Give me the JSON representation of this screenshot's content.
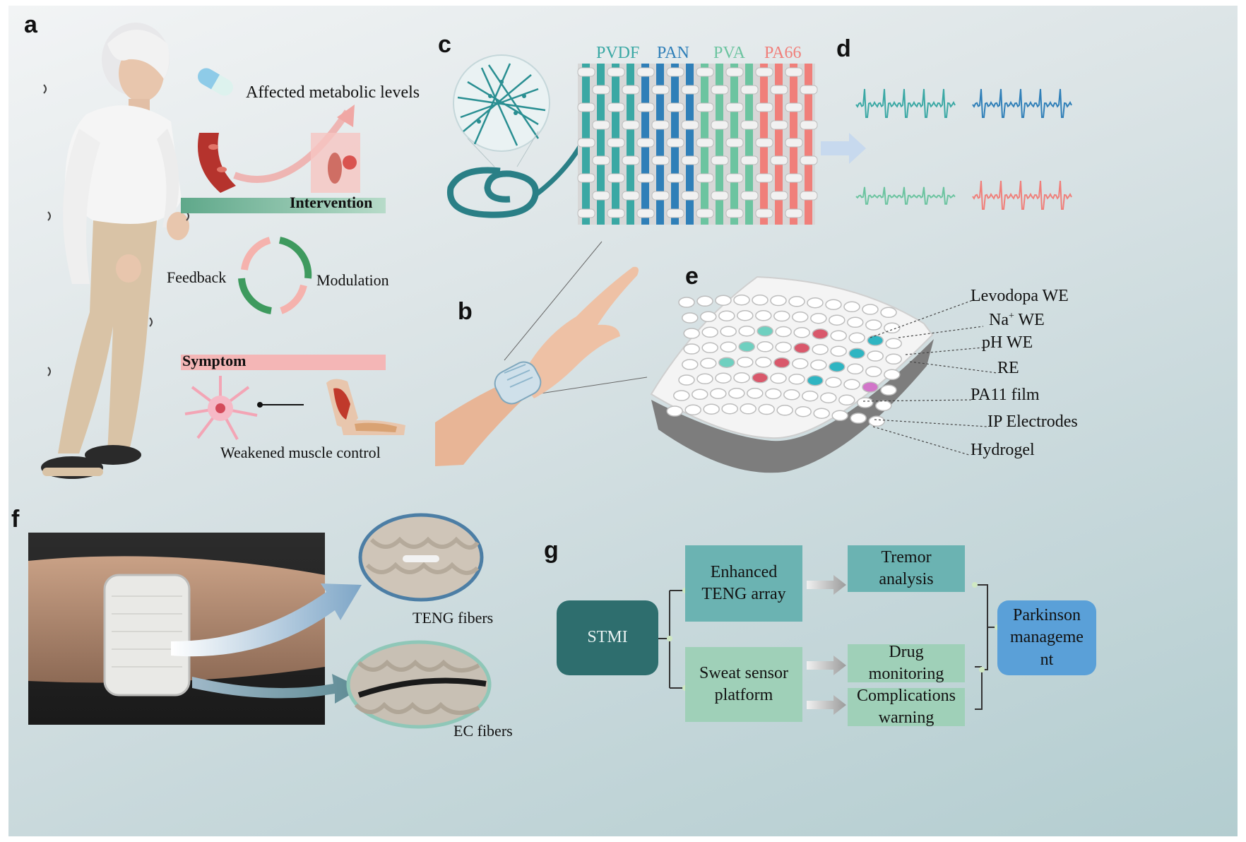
{
  "panels": {
    "a": "a",
    "b": "b",
    "c": "c",
    "d": "d",
    "e": "e",
    "f": "f",
    "g": "g"
  },
  "panel_a": {
    "metabolic": "Affected metabolic levels",
    "intervention": "Intervention",
    "feedback": "Feedback",
    "modulation": "Modulation",
    "symptom": "Symptom",
    "muscle": "Weakened muscle control"
  },
  "panel_c": {
    "fibers": [
      {
        "name": "PVDF",
        "color": "#3aa8a4"
      },
      {
        "name": "PAN",
        "color": "#2f7fb8"
      },
      {
        "name": "PVA",
        "color": "#6cc4a0"
      },
      {
        "name": "PA66",
        "color": "#f07f7a"
      }
    ]
  },
  "panel_e": {
    "layers": {
      "levodopa": "Levodopa WE",
      "na_prefix": "Na",
      "na_sup": "+",
      "na_suffix": " WE",
      "ph": "pH WE",
      "re": "RE",
      "pa11": "PA11 film",
      "ip": "IP Electrodes",
      "hydrogel": "Hydrogel"
    }
  },
  "panel_f": {
    "teng_fibers": "TENG fibers",
    "ec_fibers": "EC fibers"
  },
  "panel_g": {
    "stmi": "STMI",
    "teng_array": "Enhanced TENG array",
    "sweat": "Sweat sensor platform",
    "tremor": "Tremor analysis",
    "drug": "Drug monitoring",
    "complications": "Complications warning",
    "parkinson": "Parkinson manageme nt"
  },
  "colors": {
    "stmi_box": "#2e6e6e",
    "teng_box": "#6bb3b2",
    "sweat_box": "#9fd0b8",
    "parkinson_box": "#5aa0d8",
    "intervention_bar": "#5fa88a",
    "symptom_bar": "#f4b6b6"
  },
  "icons": [
    "pill-icon",
    "blood-vessel-icon",
    "muscle-icon",
    "neuron-icon",
    "arm-icon",
    "wristband-icon",
    "elderly-man-icon"
  ]
}
